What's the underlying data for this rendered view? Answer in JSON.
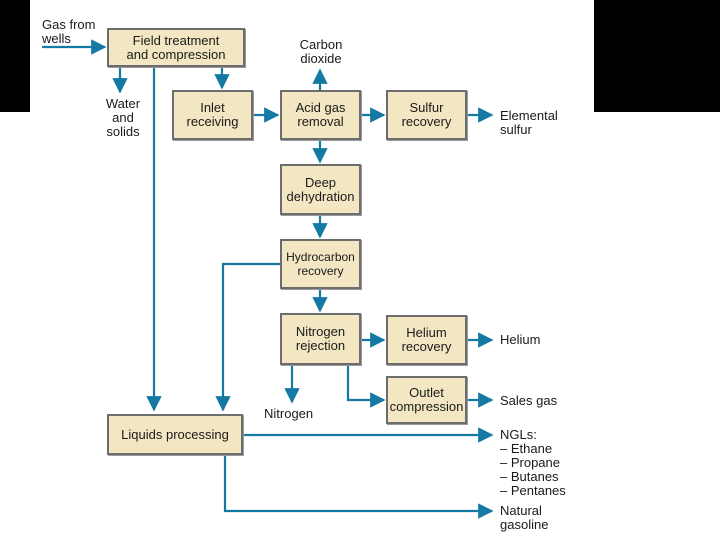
{
  "colors": {
    "accent": "#1479a3",
    "box_fill": "#f3e6c2",
    "box_border": "#6d6d6d",
    "frame": "#000000"
  },
  "boxes": {
    "field_treatment": "Field treatment\nand compression",
    "inlet_receiving": "Inlet\nreceiving",
    "acid_gas_removal": "Acid gas\nremoval",
    "sulfur_recovery": "Sulfur\nrecovery",
    "deep_dehydration": "Deep\ndehydration",
    "hydrocarbon_recovery": "Hydrocarbon\nrecovery",
    "nitrogen_rejection": "Nitrogen\nrejection",
    "helium_recovery": "Helium\nrecovery",
    "outlet_compression": "Outlet\ncompression",
    "liquids_processing": "Liquids processing"
  },
  "labels": {
    "gas_from_wells": "Gas from\nwells",
    "water_and_solids": "Water\nand\nsolids",
    "carbon_dioxide": "Carbon\ndioxide",
    "elemental_sulfur": "Elemental\nsulfur",
    "helium": "Helium",
    "sales_gas": "Sales gas",
    "nitrogen": "Nitrogen",
    "ngls": "NGLs:\n– Ethane\n– Propane\n– Butanes\n– Pentanes",
    "natural_gasoline": "Natural\ngasoline"
  }
}
